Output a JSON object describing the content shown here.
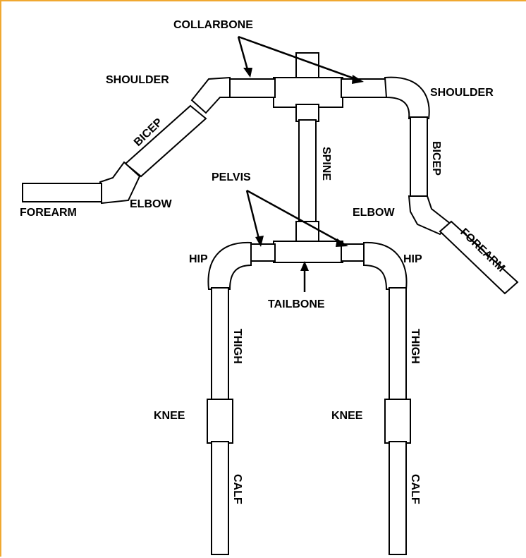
{
  "colors": {
    "border": "#f0a830",
    "stroke": "#000000",
    "pipe_fill": "#ffffff"
  },
  "labels": {
    "collarbone": "COLLARBONE",
    "shoulder_left": "SHOULDER",
    "shoulder_right": "SHOULDER",
    "bicep_left": "BICEP",
    "bicep_right": "BICEP",
    "forearm_left": "FOREARM",
    "forearm_right": "FOREARM",
    "elbow_left": "ELBOW",
    "elbow_right": "ELBOW",
    "spine": "SPINE",
    "pelvis": "PELVIS",
    "hip_left": "HIP",
    "hip_right": "HIP",
    "tailbone": "TAILBONE",
    "thigh_left": "THIGH",
    "thigh_right": "THIGH",
    "knee_left": "KNEE",
    "knee_right": "KNEE",
    "calf_left": "CALF",
    "calf_right": "CALF"
  }
}
